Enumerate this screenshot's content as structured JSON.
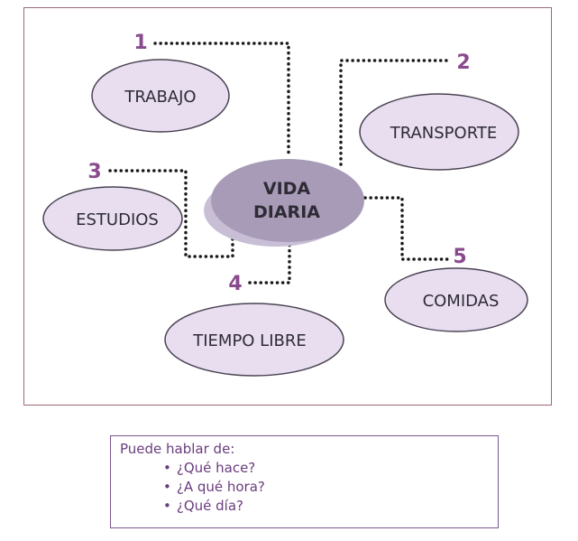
{
  "colors": {
    "frame_border": "#9c6a72",
    "node_fill": "#e8def0",
    "node_stroke": "#4a4352",
    "center_fill": "#a89bb8",
    "center_shadow": "#c8bed6",
    "dots": "#1a1a1a",
    "number": "#8a4a8e",
    "box_text": "#6a3d7e",
    "box_border": "#7a5590"
  },
  "diagram": {
    "center": {
      "line1": "VIDA",
      "line2": "DIARIA"
    },
    "topics": [
      {
        "number": "1",
        "label": "TRABAJO"
      },
      {
        "number": "2",
        "label": "TRANSPORTE"
      },
      {
        "number": "3",
        "label": "ESTUDIOS"
      },
      {
        "number": "4",
        "label": "TIEMPO LIBRE"
      },
      {
        "number": "5",
        "label": "COMIDAS"
      }
    ]
  },
  "topics_box": {
    "title": "Puede hablar de:",
    "items": [
      "¿Qué hace?",
      "¿A qué hora?",
      "¿Qué día?"
    ]
  }
}
